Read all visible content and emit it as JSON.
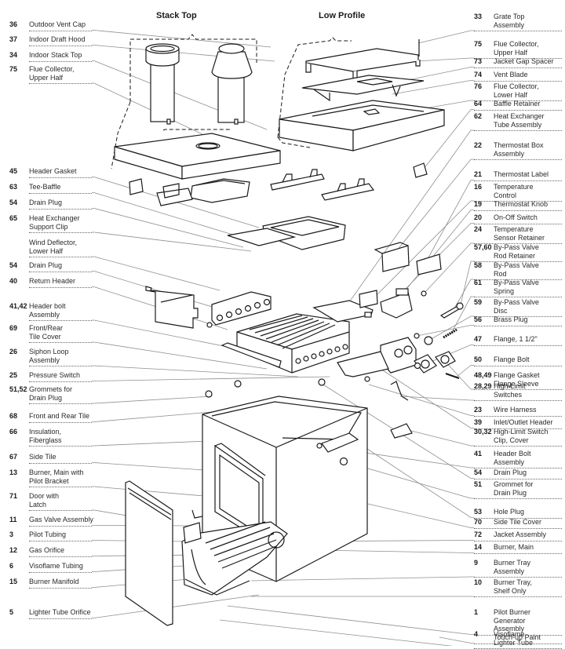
{
  "headings": {
    "stack_top": "Stack Top",
    "low_profile": "Low Profile"
  },
  "left_labels": [
    {
      "num": "36",
      "text": "Outdoor Vent Cap"
    },
    {
      "num": "37",
      "text": "Indoor Draft Hood"
    },
    {
      "num": "34",
      "text": "Indoor Stack Top"
    },
    {
      "num": "75",
      "text": "Flue Collector,\nUpper Half"
    },
    {
      "num": "45",
      "text": "Header Gasket"
    },
    {
      "num": "63",
      "text": "Tee-Baffle"
    },
    {
      "num": "54",
      "text": "Drain Plug"
    },
    {
      "num": "65",
      "text": "Heat Exchanger\nSupport Clip"
    },
    {
      "num": "",
      "text": "Wind Deflector,\nLower Half"
    },
    {
      "num": "54",
      "text": "Drain Plug"
    },
    {
      "num": "40",
      "text": "Return Header"
    },
    {
      "num": "41,42",
      "text": "Header bolt\nAssembly"
    },
    {
      "num": "69",
      "text": "Front/Rear\nTile Cover"
    },
    {
      "num": "26",
      "text": "Siphon Loop\nAssembly"
    },
    {
      "num": "25",
      "text": "Pressure Switch"
    },
    {
      "num": "51,52",
      "text": "Grommets for\nDrain Plug"
    },
    {
      "num": "68",
      "text": "Front and Rear Tile"
    },
    {
      "num": "66",
      "text": "Insulation,\nFiberglass"
    },
    {
      "num": "67",
      "text": "Side Tile"
    },
    {
      "num": "13",
      "text": "Burner, Main with\nPilot Bracket"
    },
    {
      "num": "71",
      "text": "Door with\nLatch"
    },
    {
      "num": "11",
      "text": "Gas Valve Assembly"
    },
    {
      "num": "3",
      "text": "Pilot Tubing"
    },
    {
      "num": "12",
      "text": "Gas Orifice"
    },
    {
      "num": "6",
      "text": "Visoflame Tubing"
    },
    {
      "num": "15",
      "text": "Burner Manifold"
    },
    {
      "num": "5",
      "text": "Lighter Tube Orifice"
    }
  ],
  "right_labels": [
    {
      "num": "33",
      "text": "Grate Top\nAssembly"
    },
    {
      "num": "75",
      "text": "Flue Collector,\nUpper Half"
    },
    {
      "num": "73",
      "text": "Jacket Gap Spacer"
    },
    {
      "num": "74",
      "text": "Vent Blade"
    },
    {
      "num": "76",
      "text": "Flue Collector,\nLower Half"
    },
    {
      "num": "64",
      "text": "Baffle Retainer"
    },
    {
      "num": "62",
      "text": "Heat Exchanger\nTube Assembly"
    },
    {
      "num": "22",
      "text": "Thermostat Box\nAssembly"
    },
    {
      "num": "21",
      "text": "Thermostat Label"
    },
    {
      "num": "16",
      "text": "Temperature\nControl"
    },
    {
      "num": "19",
      "text": "Thermostat Knob"
    },
    {
      "num": "20",
      "text": "On-Off Switch"
    },
    {
      "num": "24",
      "text": "Temperature\nSensor Retainer"
    },
    {
      "num": "57,60",
      "text": "By-Pass Valve\nRod Retainer"
    },
    {
      "num": "58",
      "text": "By-Pass Valve\nRod"
    },
    {
      "num": "61",
      "text": "By-Pass Valve\nSpring"
    },
    {
      "num": "59",
      "text": "By-Pass Valve\nDisc"
    },
    {
      "num": "56",
      "text": "Brass Plug"
    },
    {
      "num": "47",
      "text": "Flange, 1 1/2\""
    },
    {
      "num": "50",
      "text": "Flange Bolt"
    },
    {
      "num": "48,49",
      "text": "Flange Gasket\nFlange Sleeve"
    },
    {
      "num": "28,29",
      "text": "High-Limit\nSwitches"
    },
    {
      "num": "23",
      "text": "Wire Harness"
    },
    {
      "num": "39",
      "text": "Inlet/Outlet Header"
    },
    {
      "num": "30,32",
      "text": "High-Limit Switch\nClip, Cover"
    },
    {
      "num": "41",
      "text": "Header Bolt\nAssembly"
    },
    {
      "num": "54",
      "text": "Drain Plug"
    },
    {
      "num": "51",
      "text": "Grommet for\nDrain Plug"
    },
    {
      "num": "53",
      "text": "Hole Plug"
    },
    {
      "num": "70",
      "text": "Side Tile Cover"
    },
    {
      "num": "72",
      "text": "Jacket Assembly"
    },
    {
      "num": "14",
      "text": "Burner, Main"
    },
    {
      "num": "9",
      "text": "Burner Tray\nAssembly"
    },
    {
      "num": "10",
      "text": "Burner Tray,\nShelf Only"
    },
    {
      "num": "1",
      "text": "Pilot Burner\nGenerator\nAssembly"
    },
    {
      "num": "4",
      "text": "Visoflame\nLighter Tube"
    },
    {
      "num": "",
      "text": "Touch-up Paint"
    }
  ],
  "colors": {
    "ink": "#1a1a1a",
    "leader": "#8a8a8a",
    "background": "#ffffff"
  }
}
